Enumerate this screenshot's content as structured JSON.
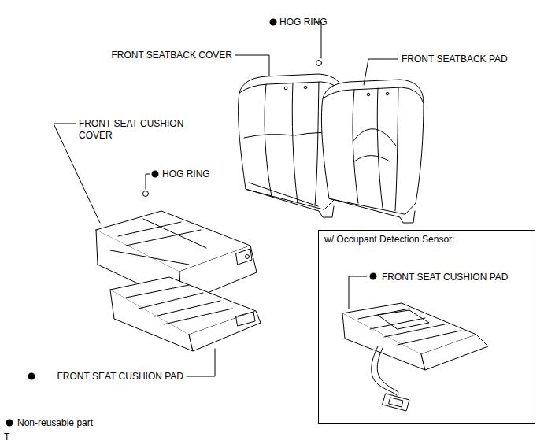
{
  "diagram": {
    "nodes": [
      {
        "text": [
          "w/ Occupant Detection Sensor:",
          "FRONT SEAT CUSHION PAD"
        ]
      }
    ],
    "labels": [
      "HOG RING",
      "FRONT SEATBACK COVER",
      "FRONT SEATBACK PAD",
      "FRONT SEAT CUSHION COVER",
      "HOG RING",
      "FRONT SEAT CUSHION PAD",
      "T"
    ],
    "legend": [
      {
        "text": "Non-reusable part"
      }
    ]
  }
}
